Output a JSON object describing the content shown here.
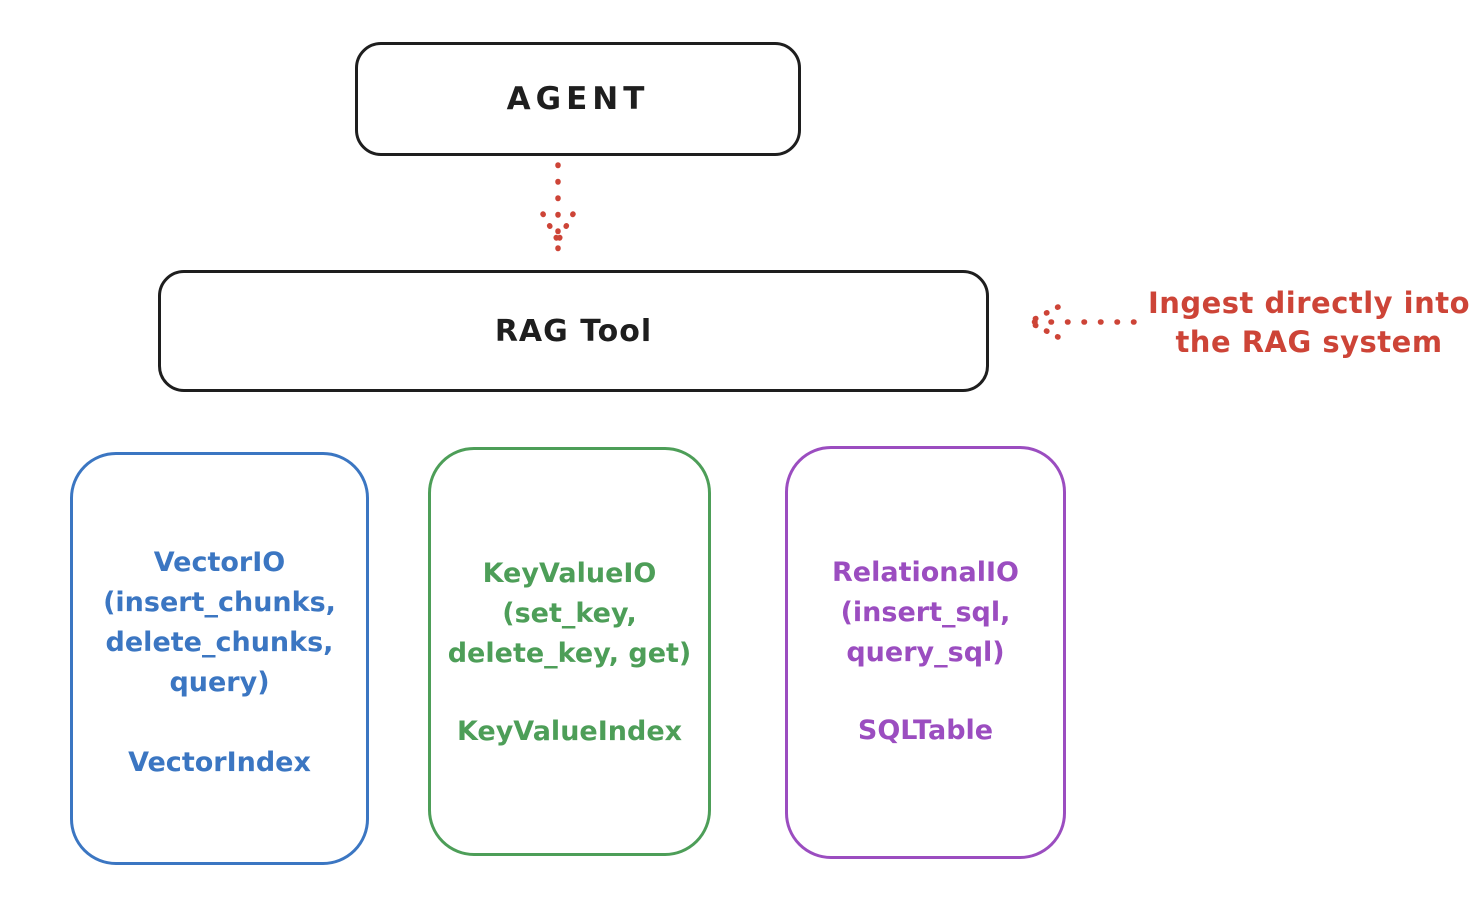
{
  "diagram": {
    "title_context": "RAG Tool storage backends diagram",
    "colors": {
      "ink": "#1e1e1e",
      "red": "#cd4437",
      "blue": "#3b76c2",
      "green": "#4d9e58",
      "purple": "#9b4dc0",
      "background": "#ffffff"
    },
    "nodes": {
      "agent": {
        "label": "AGENT"
      },
      "rag_tool": {
        "label": "RAG Tool"
      },
      "vector_io": {
        "lines": "VectorIO\n(insert_chunks,\ndelete_chunks,\nquery)",
        "index": "VectorIndex",
        "color": "#3b76c2"
      },
      "key_value_io": {
        "lines": "KeyValueIO\n(set_key,\ndelete_key, get)",
        "index": "KeyValueIndex",
        "color": "#4d9e58"
      },
      "relational_io": {
        "lines": "RelationalIO\n(insert_sql,\nquery_sql)",
        "index": "SQLTable",
        "color": "#9b4dc0"
      }
    },
    "annotation": {
      "text": "Ingest directly into\nthe RAG system",
      "color": "#cd4437"
    },
    "edges": [
      {
        "name": "agent-to-rag-tool",
        "style": "dotted",
        "color": "#cd4437",
        "direction": "down"
      },
      {
        "name": "annotation-to-rag-tool",
        "style": "dotted",
        "color": "#cd4437",
        "direction": "left"
      }
    ]
  }
}
